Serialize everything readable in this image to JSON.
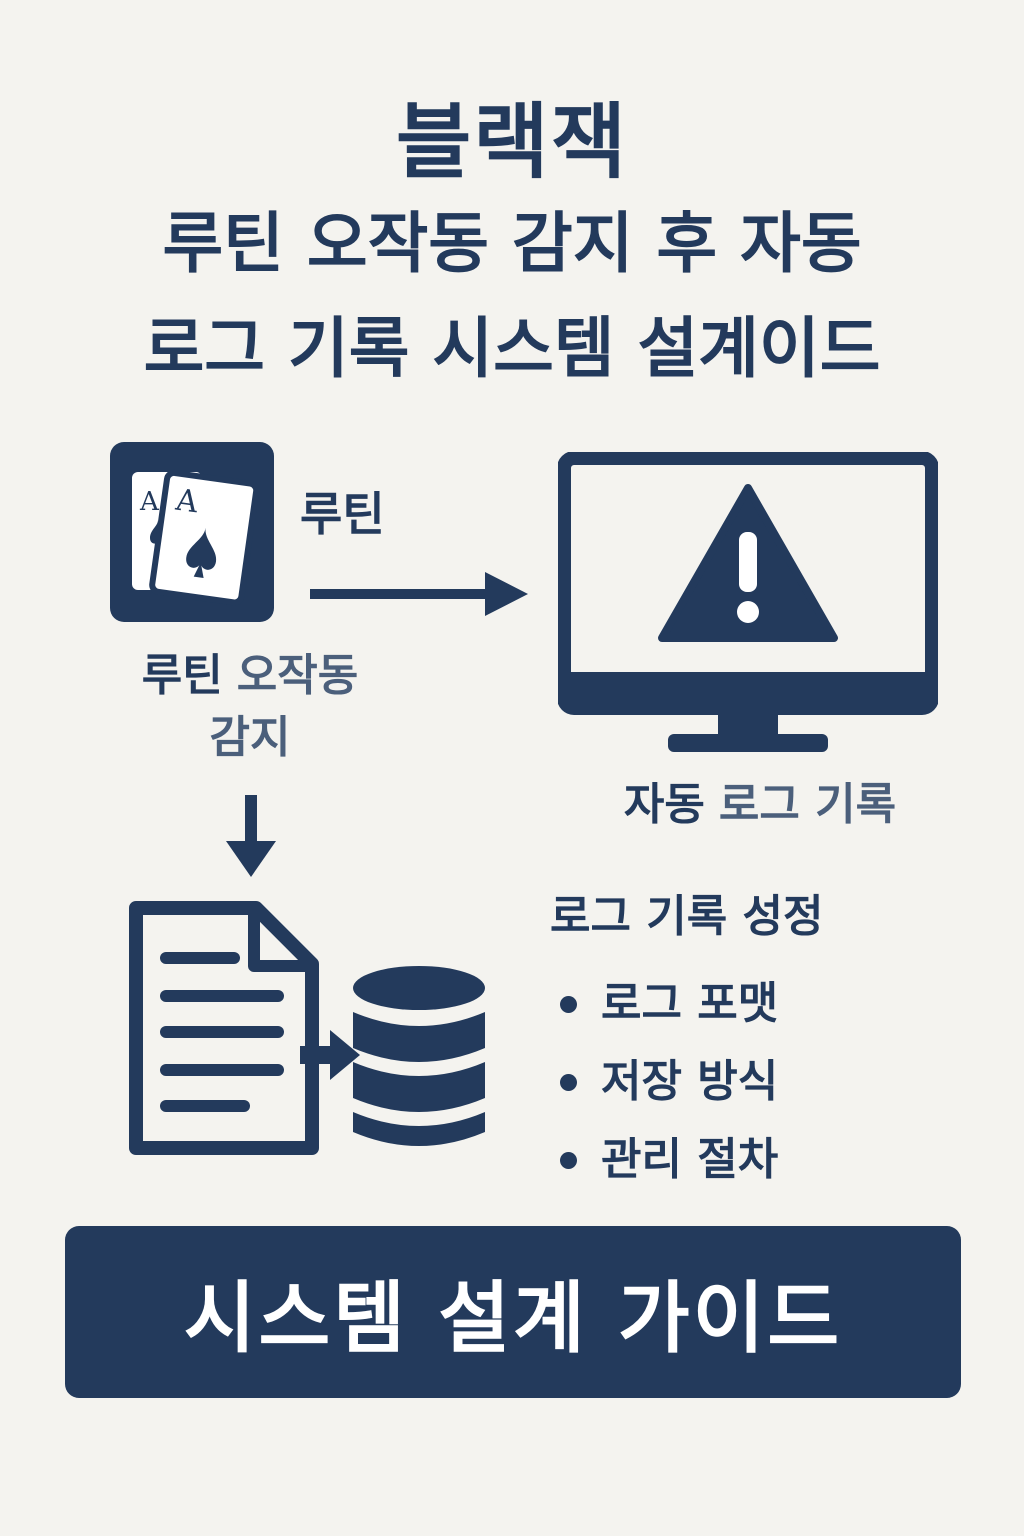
{
  "header": {
    "title_line1": "블랙잭",
    "title_line2": "루틴 오작동 감지 후 자동",
    "title_line3": "로그 기록 시스템 설계이드"
  },
  "flow": {
    "routine_label": "루틴",
    "detection_label_part1": "루틴",
    "detection_label_part2": "오작동",
    "detection_label_part3": "감지",
    "auto_log_part1": "자동",
    "auto_log_part2": "로그 기록",
    "card_rank": "A"
  },
  "settings": {
    "title": "로그 기록 성정",
    "items": [
      "로그 포맷",
      "저장 방식",
      "관리 절차"
    ]
  },
  "banner": {
    "text": "시스템 설계 가이드"
  },
  "colors": {
    "navy": "#233a5c",
    "grey_text": "#4b5f7b",
    "background": "#f4f3ef"
  },
  "icons": [
    "playing-cards-icon",
    "arrow-right-icon",
    "monitor-warning-icon",
    "arrow-down-icon",
    "document-icon",
    "database-icon"
  ]
}
